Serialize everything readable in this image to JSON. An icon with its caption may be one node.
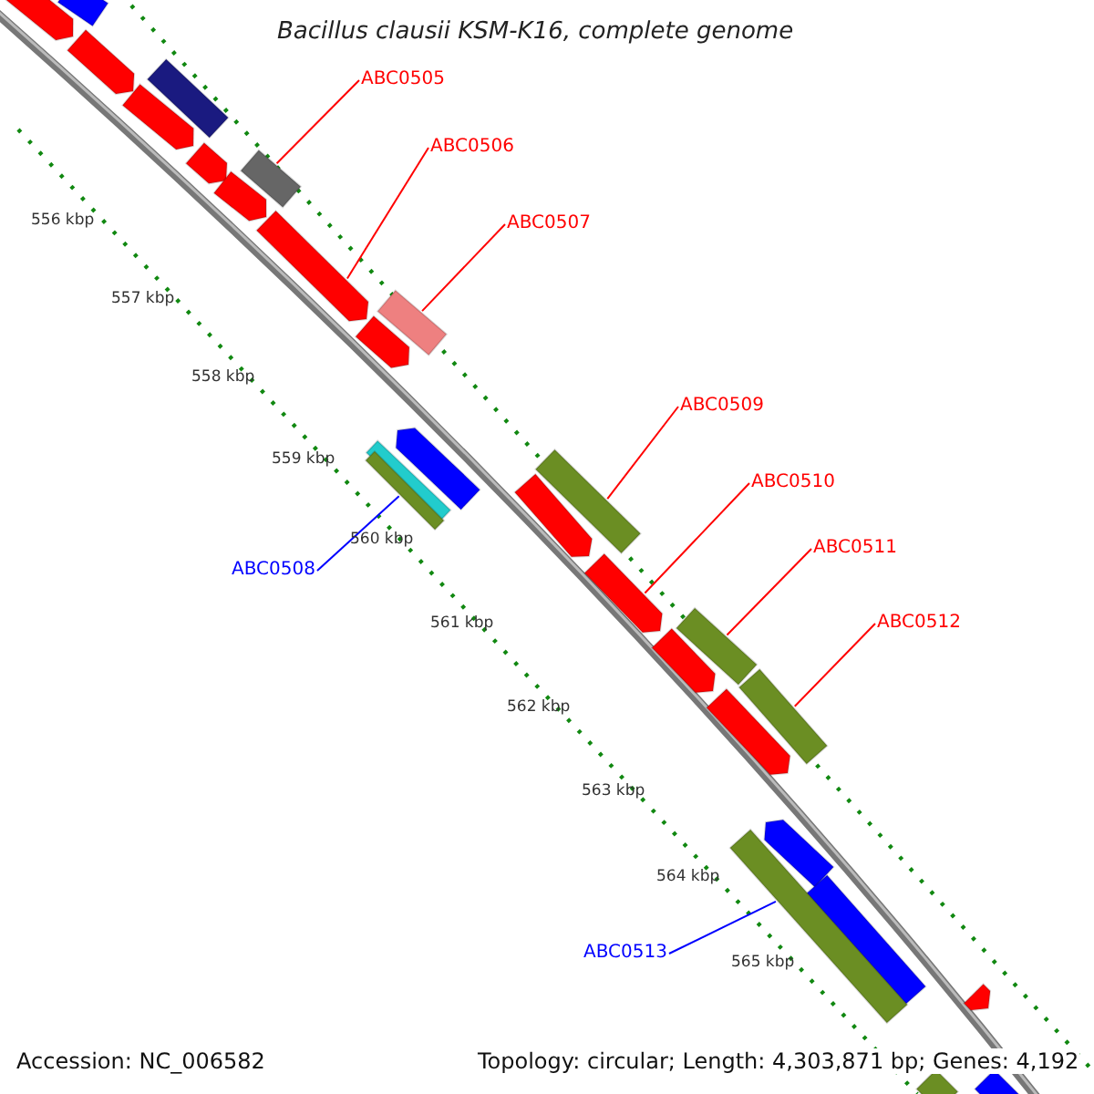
{
  "diagram": {
    "title": "Bacillus clausii KSM-K16, complete genome",
    "nodes": [
      {
        "text": [
          "ABC0505"
        ]
      },
      {
        "text": [
          "ABC0506"
        ]
      },
      {
        "text": [
          "ABC0507"
        ]
      },
      {
        "text": [
          "ABC0509"
        ]
      },
      {
        "text": [
          "ABC0510"
        ]
      },
      {
        "text": [
          "ABC0511"
        ]
      },
      {
        "text": [
          "ABC0512"
        ]
      },
      {
        "text": [
          "ABC0508"
        ]
      },
      {
        "text": [
          "ABC0513"
        ]
      },
      {
        "text": [],
        "shape": "bar"
      },
      {
        "text": [],
        "shape": "pentagon"
      },
      {
        "text": [],
        "shape": "bar"
      },
      {
        "text": [],
        "shape": "bar"
      },
      {
        "text": [],
        "shape": "bar"
      },
      {
        "text": [],
        "shape": "pentagon"
      },
      {
        "text": [],
        "shape": "bar"
      },
      {
        "text": [],
        "shape": "bar"
      },
      {
        "text": [],
        "shape": "bar"
      }
    ],
    "edges": [
      {
        "from": 0,
        "to": 9,
        "arrow": "none"
      },
      {
        "from": 1,
        "to": 10,
        "arrow": "none"
      },
      {
        "from": 2,
        "to": 11,
        "arrow": "none"
      },
      {
        "from": 3,
        "to": 13,
        "arrow": "none"
      },
      {
        "from": 4,
        "to": 14,
        "arrow": "none"
      },
      {
        "from": 5,
        "to": 15,
        "arrow": "none"
      },
      {
        "from": 6,
        "to": 16,
        "arrow": "none"
      },
      {
        "from": 7,
        "to": 12,
        "arrow": "none",
        "color": "#0000ff"
      },
      {
        "from": 8,
        "to": 17,
        "arrow": "none",
        "color": "#0000ff"
      }
    ],
    "labels": [
      "556 kbp",
      "557 kbp",
      "558 kbp",
      "559 kbp",
      "560 kbp",
      "561 kbp",
      "562 kbp",
      "563 kbp",
      "564 kbp",
      "565 kbp",
      "Accession: NC_006582",
      "Topology: circular; Length: 4,303,871 bp; Genes: 4,192"
    ]
  }
}
